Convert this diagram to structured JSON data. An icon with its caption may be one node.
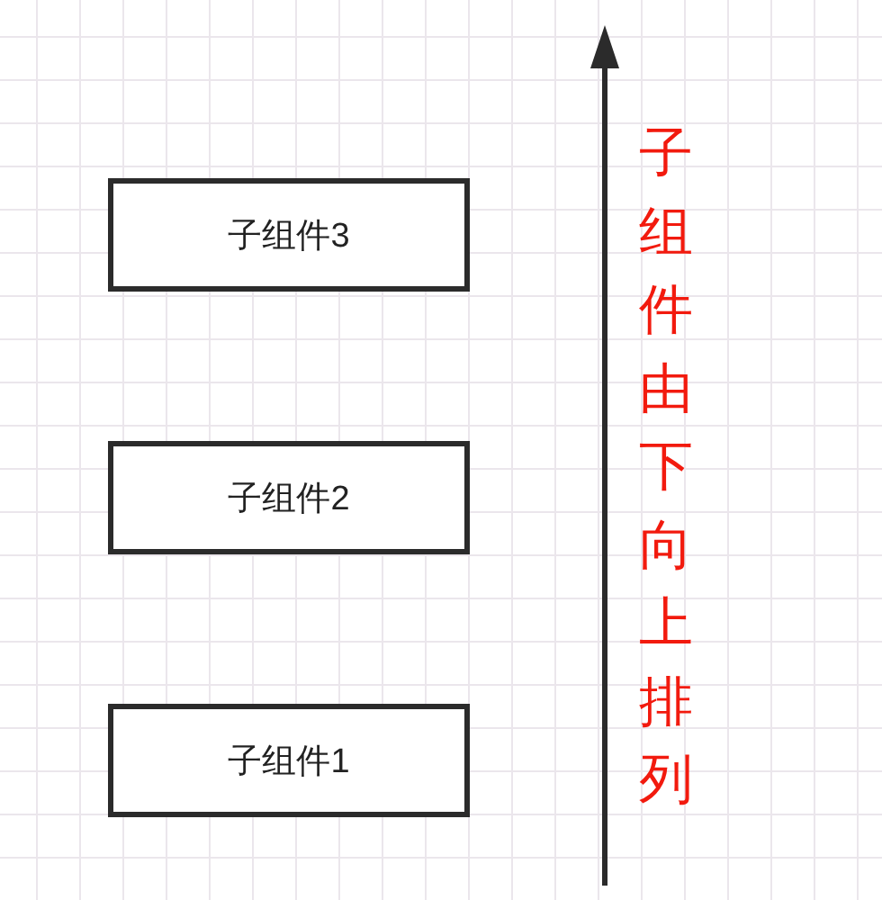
{
  "diagram": {
    "nodes": [
      {
        "text": [
          "子组件3"
        ]
      },
      {
        "text": [
          "子组件2"
        ]
      },
      {
        "text": [
          "子组件1"
        ]
      }
    ],
    "labels": [
      "子组件由下向上排列"
    ]
  }
}
